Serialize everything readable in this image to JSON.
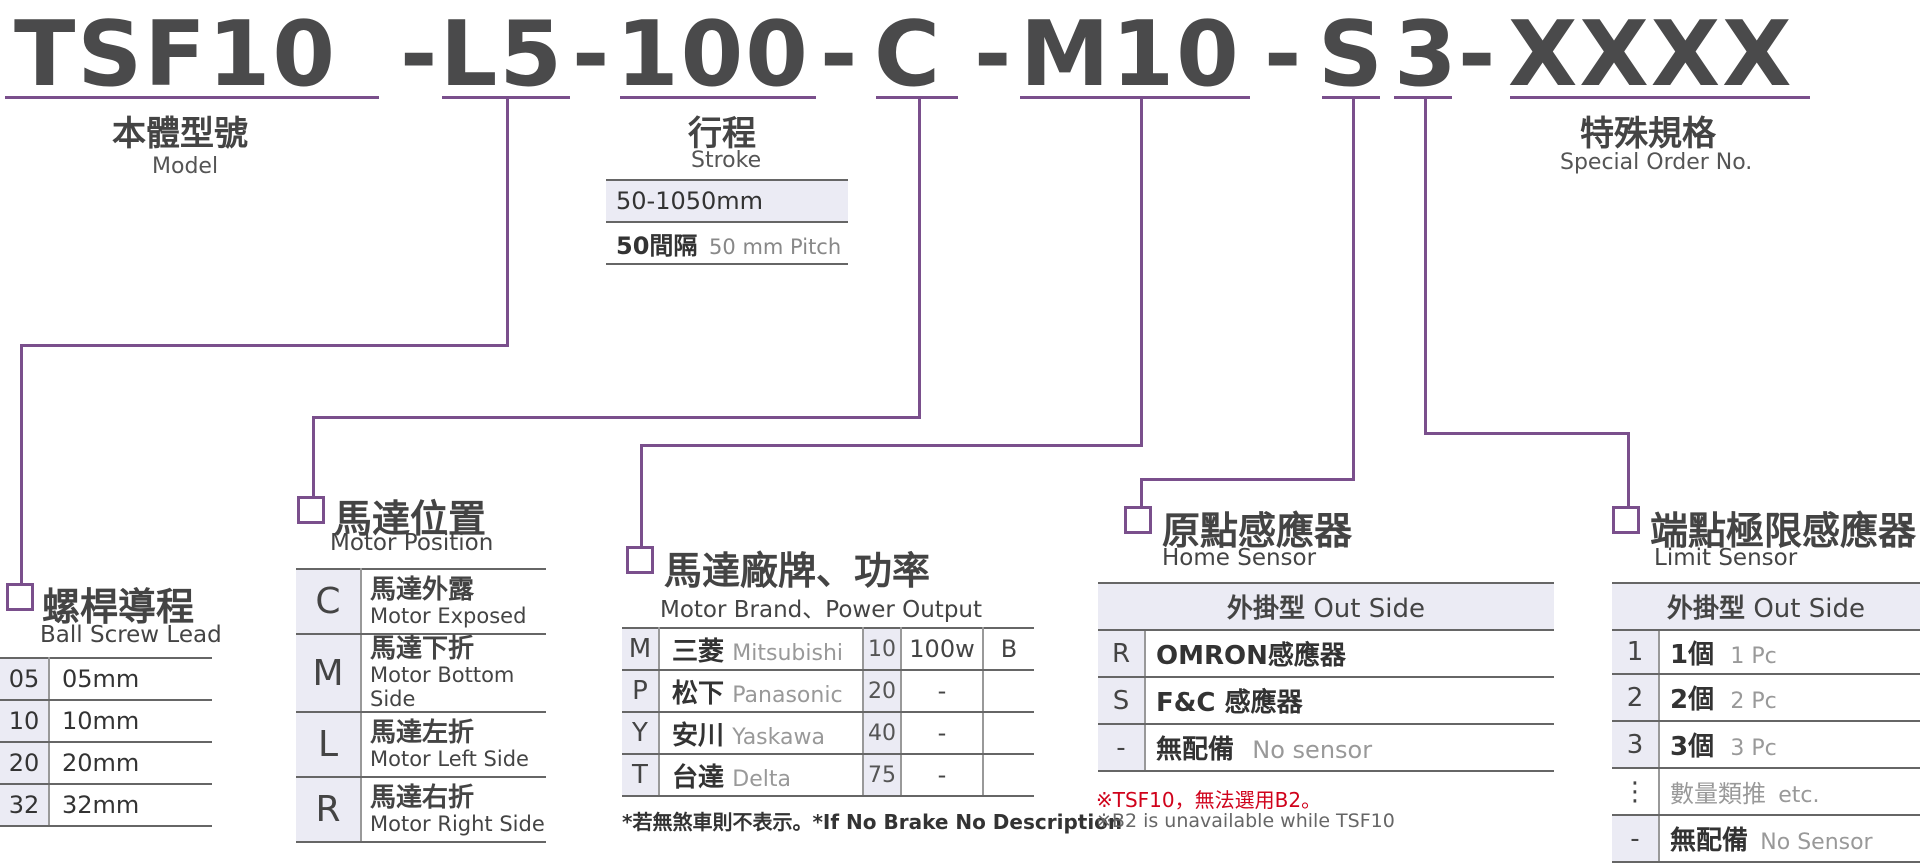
{
  "code": {
    "model": "TSF10",
    "dash": "-",
    "lead": "L5",
    "stroke": "100",
    "position": "C",
    "brand_power": "M10",
    "home_sensor": "S",
    "limit_sensor": "3",
    "special": "XXXX"
  },
  "model_label": {
    "zh": "本體型號",
    "en": "Model"
  },
  "stroke_label": {
    "zh": "行程",
    "en": "Stroke"
  },
  "stroke_table": {
    "range": "50-1050mm",
    "pitch_zh": "50間隔",
    "pitch_en": "50 mm Pitch"
  },
  "special_label": {
    "zh": "特殊規格",
    "en": "Special Order No."
  },
  "lead_section": {
    "zh": "螺桿導程",
    "en": "Ball Screw Lead",
    "rows": [
      {
        "code": "05",
        "value": "05mm"
      },
      {
        "code": "10",
        "value": "10mm"
      },
      {
        "code": "20",
        "value": "20mm"
      },
      {
        "code": "32",
        "value": "32mm"
      }
    ]
  },
  "position_section": {
    "zh": "馬達位置",
    "en": "Motor Position",
    "rows": [
      {
        "code": "C",
        "zh": "馬達外露",
        "en": "Motor Exposed"
      },
      {
        "code": "M",
        "zh": "馬達下折",
        "en": "Motor Bottom Side"
      },
      {
        "code": "L",
        "zh": "馬達左折",
        "en": "Motor Left Side"
      },
      {
        "code": "R",
        "zh": "馬達右折",
        "en": "Motor Right Side"
      }
    ]
  },
  "brand_section": {
    "zh": "馬達廠牌、功率",
    "en": "Motor Brand、Power Output",
    "rows": [
      {
        "code": "M",
        "zh": "三菱",
        "en": "Mitsubishi",
        "power_code": "10",
        "power": "100w",
        "brake": "B"
      },
      {
        "code": "P",
        "zh": "松下",
        "en": "Panasonic",
        "power_code": "20",
        "power": "-",
        "brake": ""
      },
      {
        "code": "Y",
        "zh": "安川",
        "en": "Yaskawa",
        "power_code": "40",
        "power": "-",
        "brake": ""
      },
      {
        "code": "T",
        "zh": "台達",
        "en": "Delta",
        "power_code": "75",
        "power": "-",
        "brake": ""
      }
    ],
    "note": "*若無煞車則不表示。*If No Brake No Description"
  },
  "home_section": {
    "zh": "原點感應器",
    "en": "Home Sensor",
    "header_zh": "外掛型",
    "header_en": "Out Side",
    "rows": [
      {
        "code": "R",
        "zh": "OMRON感應器",
        "en": ""
      },
      {
        "code": "S",
        "zh": "F&C 感應器",
        "en": ""
      },
      {
        "code": "-",
        "zh": "無配備",
        "en": "No sensor"
      }
    ],
    "note_red": "※TSF10，無法選用B2。",
    "note_gray": "※B2 is unavailable while TSF10"
  },
  "limit_section": {
    "zh": "端點極限感應器",
    "en": "Limit Sensor",
    "header_zh": "外掛型",
    "header_en": "Out Side",
    "rows": [
      {
        "code": "1",
        "zh": "1個",
        "en": "1 Pc"
      },
      {
        "code": "2",
        "zh": "2個",
        "en": "2 Pc"
      },
      {
        "code": "3",
        "zh": "3個",
        "en": "3 Pc"
      },
      {
        "code": "⋮",
        "zh": "數量類推",
        "en": "etc."
      },
      {
        "code": "-",
        "zh": "無配備",
        "en": "No Sensor"
      }
    ]
  },
  "colors": {
    "accent": "#7a4f8c",
    "code_text": "#4a4a4b",
    "cell_bg": "#ebebf4",
    "note_red": "#d0021b"
  }
}
